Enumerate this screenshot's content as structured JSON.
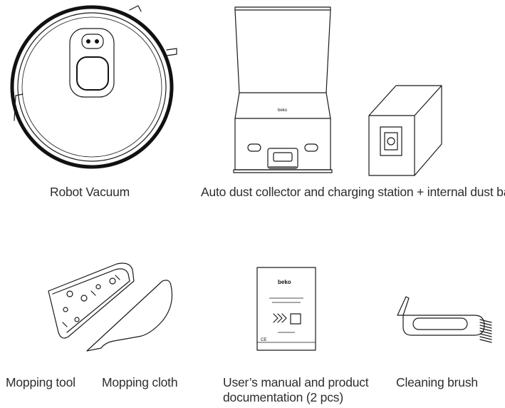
{
  "items": [
    {
      "id": "robot",
      "label": "Robot Vacuum"
    },
    {
      "id": "station",
      "label": "Auto dust collector and charging station + internal dust bag"
    },
    {
      "id": "mop_tool",
      "label": "Mopping tool"
    },
    {
      "id": "mop_cloth",
      "label": "Mopping cloth"
    },
    {
      "id": "manual",
      "label_line1": "User’s manual and product",
      "label_line2": "documentation (2 pcs)"
    },
    {
      "id": "brush",
      "label": "Cleaning brush"
    }
  ],
  "manual_cover": {
    "brand": "beko"
  },
  "station_logo": "beko",
  "icons": [
    "robot-vacuum-illustration",
    "dust-station-illustration",
    "dust-bag-illustration",
    "mopping-tool-illustration",
    "mopping-cloth-illustration",
    "manual-booklet-illustration",
    "cleaning-brush-illustration"
  ]
}
